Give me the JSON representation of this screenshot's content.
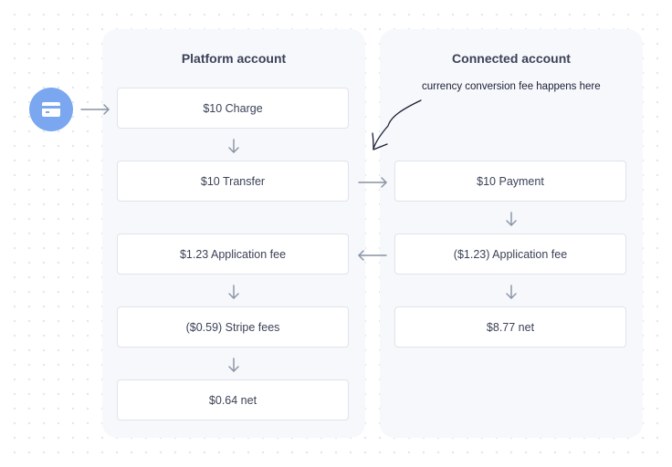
{
  "platform": {
    "title": "Platform account",
    "boxes": [
      "$10 Charge",
      "$10 Transfer",
      "$1.23 Application fee",
      "($0.59) Stripe fees",
      "$0.64 net"
    ]
  },
  "connected": {
    "title": "Connected account",
    "boxes": [
      "$10 Payment",
      "($1.23) Application fee",
      "$8.77 net"
    ]
  },
  "annotation": "currency conversion fee happens here",
  "icons": {
    "source": "credit-card-icon",
    "arrow": "arrow-icon"
  },
  "colors": {
    "accent": "#7aa7ef",
    "panel": "#f6f8fb",
    "arrow": "#8792a2"
  }
}
